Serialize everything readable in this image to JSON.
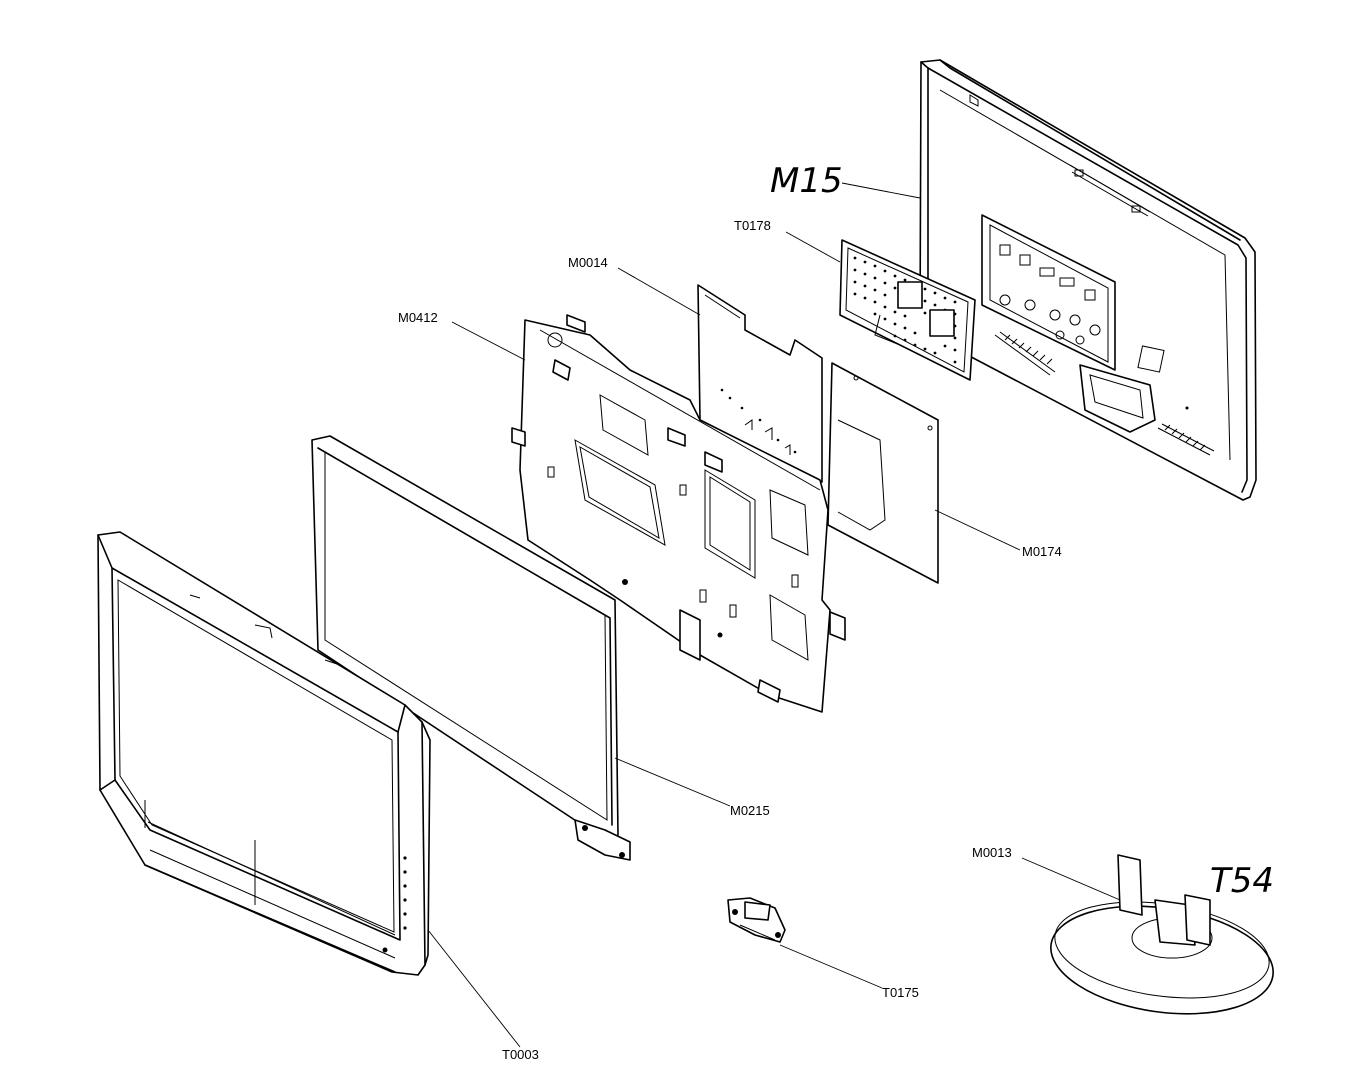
{
  "labels": {
    "m15": "M15",
    "t0178": "T0178",
    "m0014": "M0014",
    "m0412": "M0412",
    "m0174": "M0174",
    "m0215": "M0215",
    "m0013": "M0013",
    "t54": "T54",
    "t0175": "T0175",
    "t0003": "T0003"
  }
}
